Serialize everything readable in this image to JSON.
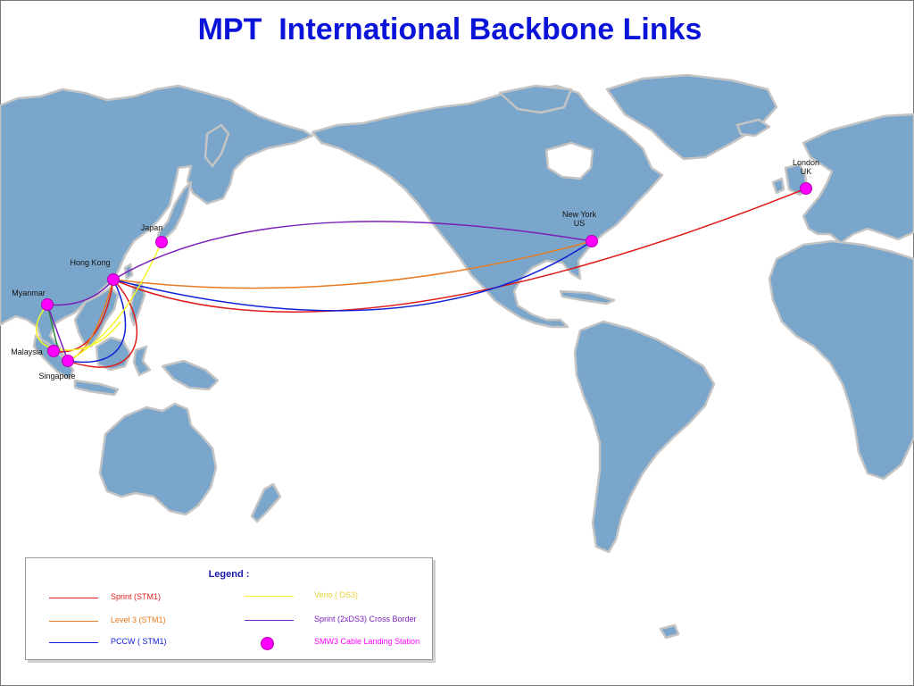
{
  "title": "MPT  International Backbone Links",
  "colors": {
    "sprint": "#e01b1b",
    "level3": "#e87a1f",
    "pccw": "#1020d8",
    "verio": "#f5f526",
    "sprint_cb": "#7a20b8",
    "station": "#ff00ff",
    "malaysia_singapore": "#2a8a3a"
  },
  "cities": [
    {
      "id": "london",
      "lines": [
        "London",
        "UK"
      ]
    },
    {
      "id": "new-york",
      "lines": [
        "New York",
        "US"
      ]
    },
    {
      "id": "japan",
      "lines": [
        "Japan"
      ]
    },
    {
      "id": "hong-kong",
      "lines": [
        "Hong Kong"
      ]
    },
    {
      "id": "myanmar",
      "lines": [
        "Myanmar"
      ]
    },
    {
      "id": "malaysia",
      "lines": [
        "Malaysia"
      ]
    },
    {
      "id": "singapore",
      "lines": [
        "Singapore"
      ]
    }
  ],
  "legend": {
    "title": "Legend :",
    "items": [
      {
        "id": "sprint",
        "label": "Sprint (STM1)",
        "kind": "line",
        "color": "#e01b1b"
      },
      {
        "id": "verio",
        "label": "Verio ( DS3)",
        "kind": "line",
        "color": "#f5f526"
      },
      {
        "id": "level3",
        "label": "Level 3 (STM1)",
        "kind": "line",
        "color": "#e87a1f"
      },
      {
        "id": "sprint-cb",
        "label": "Sprint (2xDS3) Cross Border",
        "kind": "line",
        "color": "#7a20b8"
      },
      {
        "id": "pccw",
        "label": "PCCW ( STM1)",
        "kind": "line",
        "color": "#1020d8"
      },
      {
        "id": "smw3",
        "label": "SMW3 Cable Landing Station",
        "kind": "dot",
        "color": "#ff00ff"
      }
    ]
  }
}
